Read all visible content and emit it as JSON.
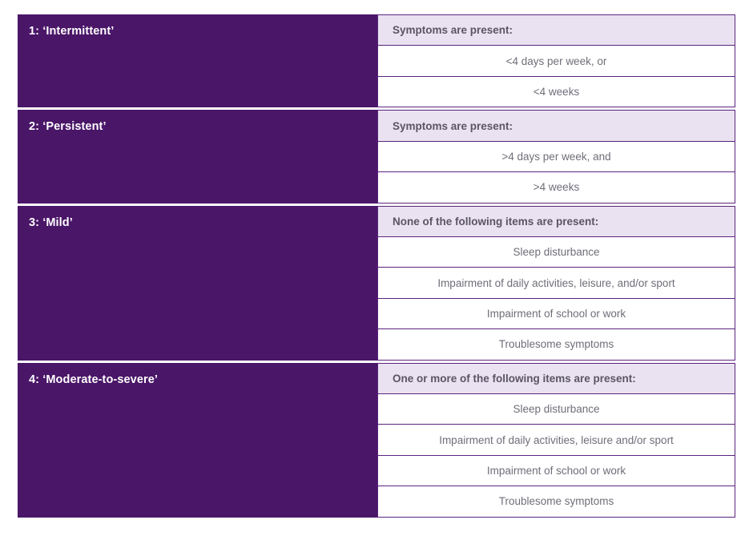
{
  "figure": {
    "name": "asthma-severity-classification-table",
    "colors": {
      "purple": "#4A1668",
      "header_bg": "#EAE2F0",
      "border": "#5B2480",
      "label_text": "#FFFFFF",
      "body_text": "#6E6E78",
      "header_text": "#5A5566",
      "page_bg": "#FFFFFF"
    }
  },
  "groups": [
    {
      "label": "1: ‘Intermittent’",
      "header": "Symptoms are present:",
      "items": [
        "<4 days per week, or",
        "<4 weeks"
      ]
    },
    {
      "label": "2: ‘Persistent’",
      "header": "Symptoms are present:",
      "items": [
        ">4 days per week, and",
        ">4 weeks"
      ]
    },
    {
      "label": "3: ‘Mild’",
      "header": "None of the following items are present:",
      "items": [
        "Sleep disturbance",
        "Impairment of daily activities, leisure, and/or sport",
        "Impairment of school or work",
        "Troublesome symptoms"
      ]
    },
    {
      "label": "4: ‘Moderate-to-severe’",
      "header": "One or more of the following items are present:",
      "items": [
        "Sleep disturbance",
        "Impairment of daily activities, leisure and/or sport",
        "Impairment of school or work",
        "Troublesome symptoms"
      ]
    }
  ]
}
